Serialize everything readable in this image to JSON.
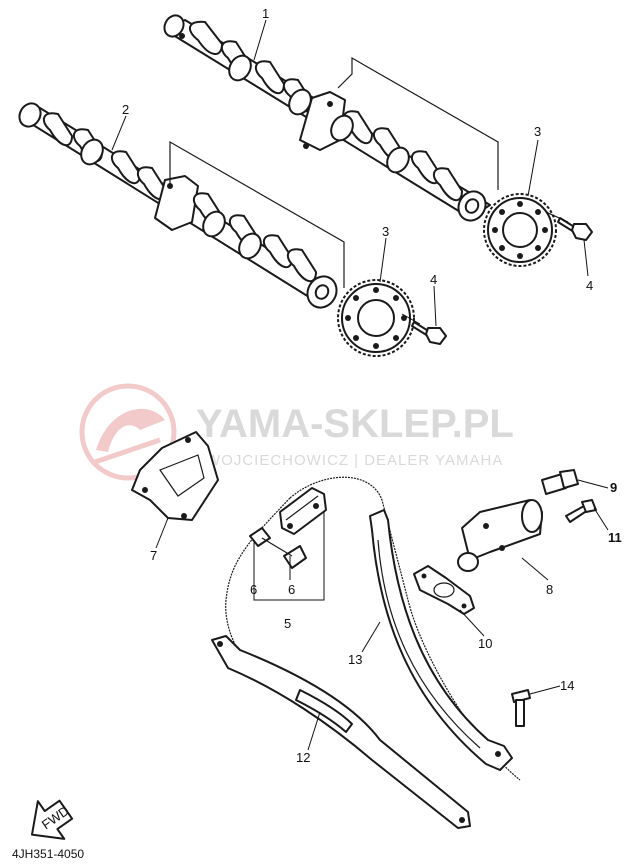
{
  "watermark": {
    "title": "YAMA-SKLEP.PL",
    "subtitle": "WOJCIECHOWICZ | DEALER YAMAHA",
    "logo_color": "#e8a0a0",
    "text_color": "#d9d9d9"
  },
  "callouts": {
    "c1": "1",
    "c2": "2",
    "c3a": "3",
    "c3b": "3",
    "c4a": "4",
    "c4b": "4",
    "c5": "5",
    "c6a": "6",
    "c6b": "6",
    "c7": "7",
    "c8": "8",
    "c9": "9",
    "c10": "10",
    "c11": "11",
    "c12": "12",
    "c13": "13",
    "c14": "14"
  },
  "fwd_label": "FWD",
  "diagram_code": "4JH351-4050",
  "icons": [
    "fwd-arrow-icon"
  ]
}
